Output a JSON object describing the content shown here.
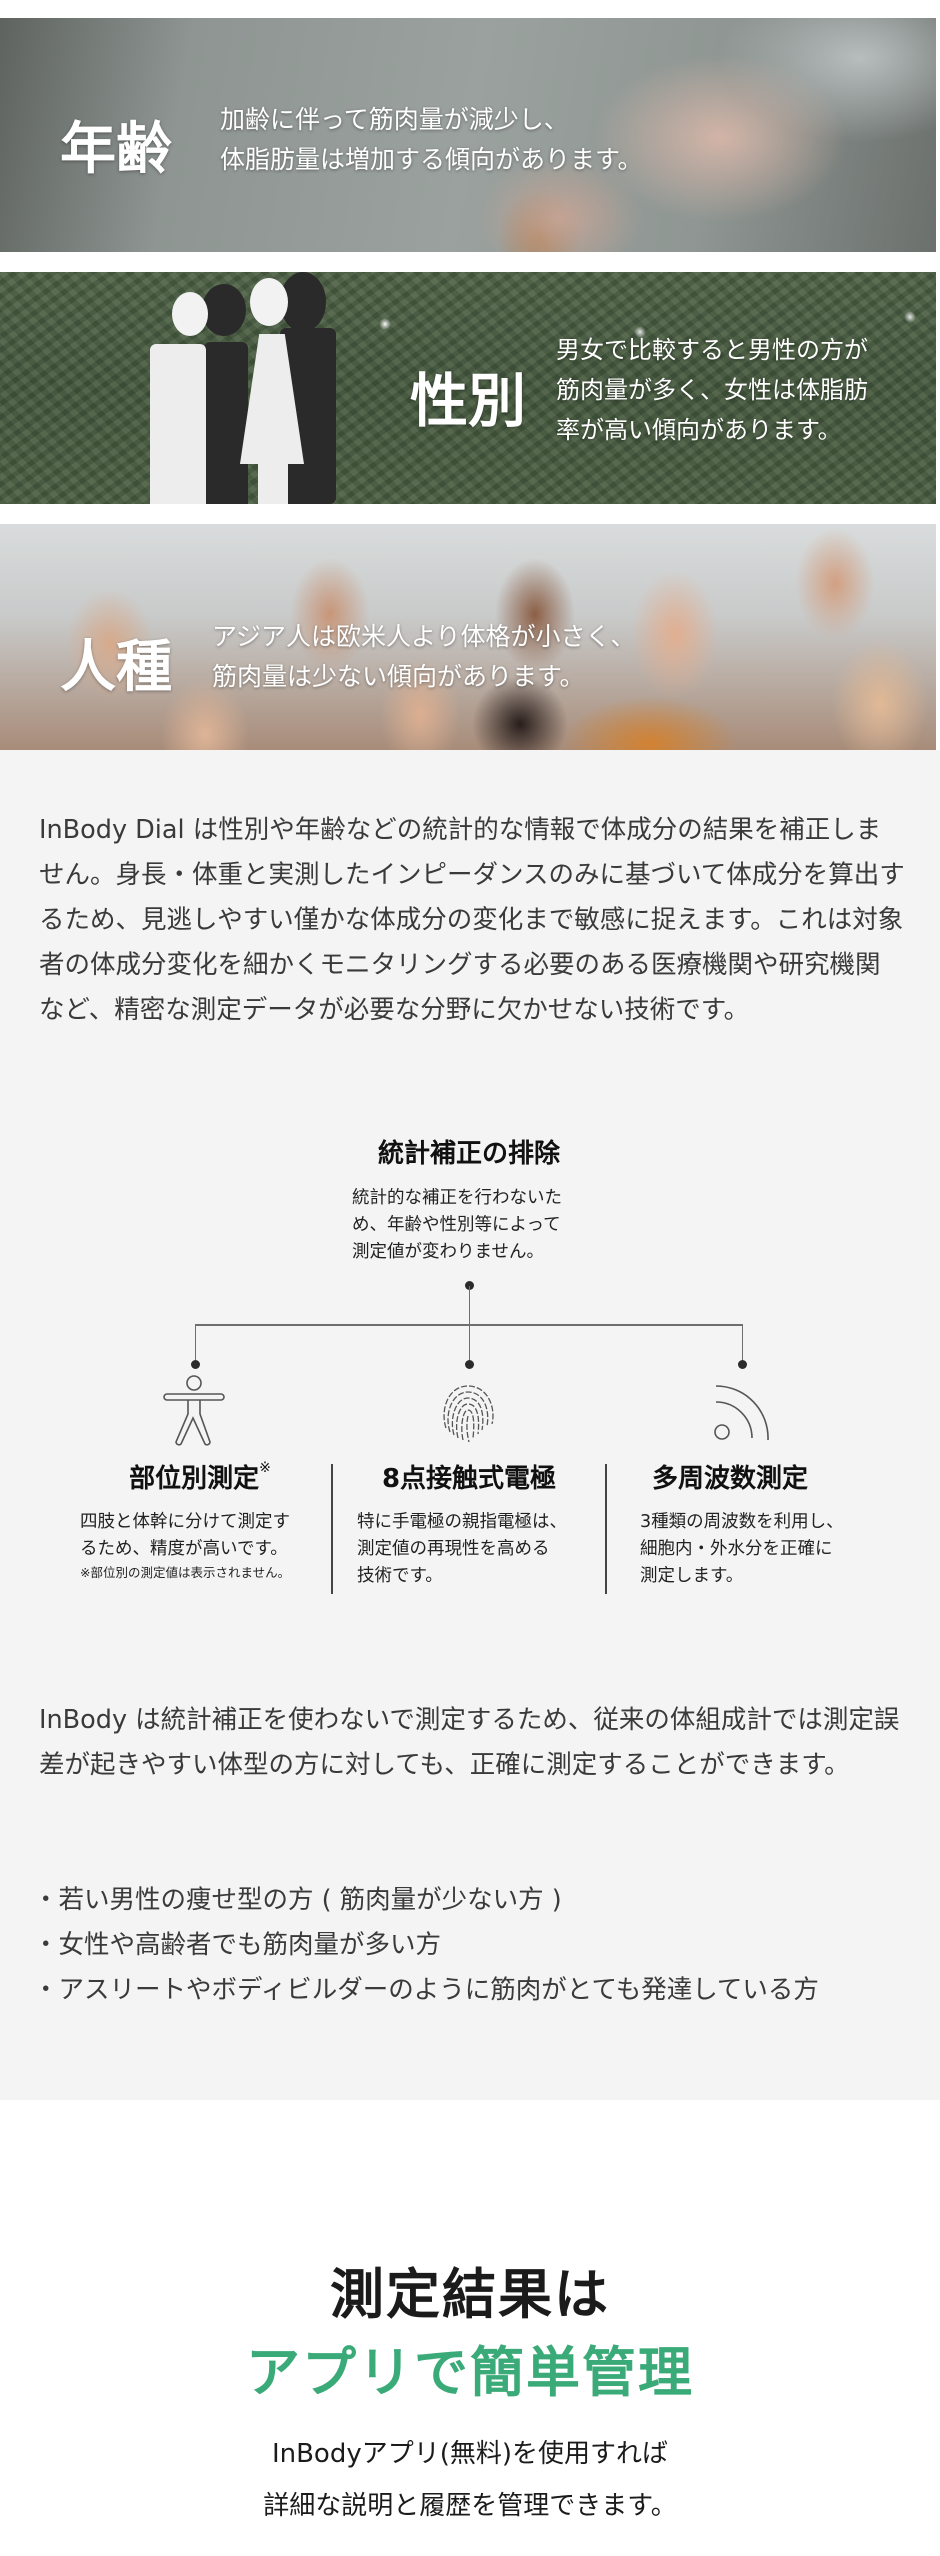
{
  "banners": {
    "age": {
      "label": "年齢",
      "desc_lines": [
        "加齢に伴って筋肉量が減少し、",
        "体脂肪量は増加する傾向があります。"
      ]
    },
    "gender": {
      "label": "性別",
      "desc_lines": [
        "男女で比較すると男性の方が",
        "筋肉量が多く、女性は体脂肪",
        "率が高い傾向があります。"
      ]
    },
    "race": {
      "label": "人種",
      "desc_lines": [
        "アジア人は欧米人より体格が小さく、",
        "筋肉量は少ない傾向があります。"
      ]
    }
  },
  "info": {
    "paragraph_dial": "InBody Dial は性別や年齢などの統計的な情報で体成分の結果を補正しません。身長・体重と実測したインピーダンスのみに基づいて体成分を算出するため、見逃しやすい僅かな体成分の変化まで敏感に捉えます。これは対象者の体成分変化を細かくモニタリングする必要のある医療機関や研究機関など、精密な測定データが必要な分野に欠かせない技術です。",
    "diagram": {
      "title": "統計補正の排除",
      "subtitle_lines": [
        "統計的な補正を行わないた",
        "め、年齢や性別等によって",
        "測定値が変わりません。"
      ],
      "features": [
        {
          "icon": "person-icon",
          "title": "部位別測定",
          "title_mark": "※",
          "desc_lines": [
            "四肢と体幹に分けて測定す",
            "るため、精度が高いです。"
          ],
          "note": "※部位別の測定値は表示されません。"
        },
        {
          "icon": "fingerprint-icon",
          "title": "8点接触式電極",
          "desc_lines": [
            "特に手電極の親指電極は、",
            "測定値の再現性を高める",
            "技術です。"
          ]
        },
        {
          "icon": "signal-waves-icon",
          "title": "多周波数測定",
          "desc_lines": [
            "3種類の周波数を利用し、",
            "細胞内・外水分を正確に",
            "測定します。"
          ]
        }
      ]
    },
    "paragraph_inbody": "InBody は統計補正を使わないで測定するため、従来の体組成計では測定誤差が起きやすい体型の方に対しても、正確に測定することができます。",
    "bullets": [
      "若い男性の痩せ型の方 ( 筋肉量が少ない方 )",
      "女性や高齢者でも筋肉量が多い方",
      "アスリートやボディビルダーのように筋肉がとても発達している方"
    ]
  },
  "app": {
    "heading_line1": "測定結果は",
    "heading_line2": "アプリで簡単管理",
    "lead_line1": "InBodyアプリ(無料)を使用すれば",
    "lead_line2": "詳細な説明と履歴を管理できます。",
    "accent_color": "#3aaa78"
  }
}
